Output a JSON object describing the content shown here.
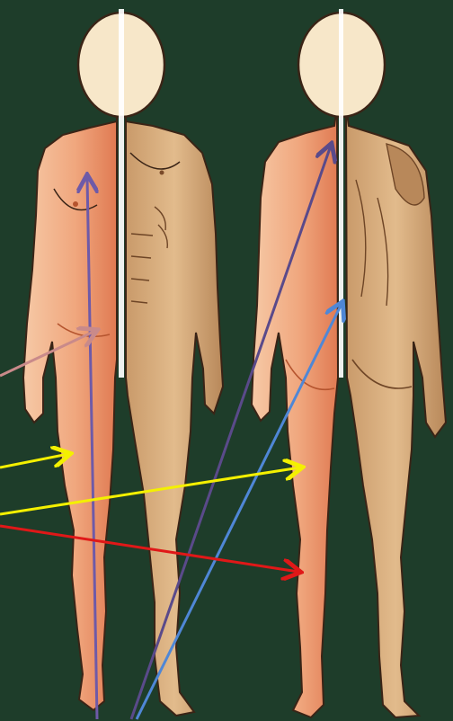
{
  "scene": {
    "background": "#1e3d2a",
    "figures": [
      {
        "name": "front-figure",
        "view": "front",
        "left_half": "female",
        "right_half": "male"
      },
      {
        "name": "back-figure",
        "view": "back",
        "left_half": "female",
        "right_half": "male"
      }
    ],
    "skin": {
      "female_tone": "#f2b08a",
      "female_shade": "#e07a52",
      "male_tone": "#dcb07e",
      "male_shade": "#a87a4e",
      "outline": "#3a2416",
      "face": "#f7e7c9"
    },
    "arrows": [
      {
        "name": "purple-arrow-front-chest",
        "color": "#6e5aa8"
      },
      {
        "name": "purple-arrow-back-shoulder",
        "color": "#5a4a8a"
      },
      {
        "name": "blue-arrow-back-waist",
        "color": "#4f87d6"
      },
      {
        "name": "pink-arrow-hip",
        "color": "#c98a8a"
      },
      {
        "name": "yellow-arrow-front-thigh",
        "color": "#f4f000"
      },
      {
        "name": "yellow-arrow-back-thigh",
        "color": "#f4f000"
      },
      {
        "name": "red-arrow-back-knee",
        "color": "#e01818"
      }
    ]
  }
}
